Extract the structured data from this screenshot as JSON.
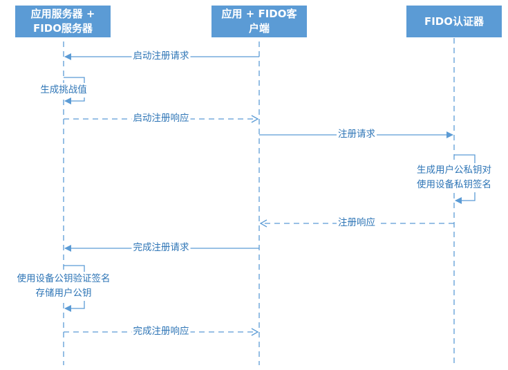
{
  "actors": [
    {
      "line1": "应用服务器 +",
      "line2": "FIDO服务器"
    },
    {
      "line1": "应用 + FIDO客",
      "line2": "户端"
    },
    {
      "line1": "FIDO认证器"
    }
  ],
  "messages": [
    {
      "label": "启动注册请求"
    },
    {
      "label": "启动注册响应"
    },
    {
      "label": "注册请求"
    },
    {
      "label": "注册响应"
    },
    {
      "label": "完成注册请求"
    },
    {
      "label": "完成注册响应"
    }
  ],
  "self_messages": [
    {
      "line1": "生成挑战值"
    },
    {
      "line1": "生成用户公私钥对",
      "line2": "使用设备私钥签名"
    },
    {
      "line1": "使用设备公钥验证签名",
      "line2": "存储用户公钥"
    }
  ],
  "colors": {
    "actor_fill": "#5b9bd5",
    "line": "#5b9bd5",
    "text": "#2e75b6"
  }
}
